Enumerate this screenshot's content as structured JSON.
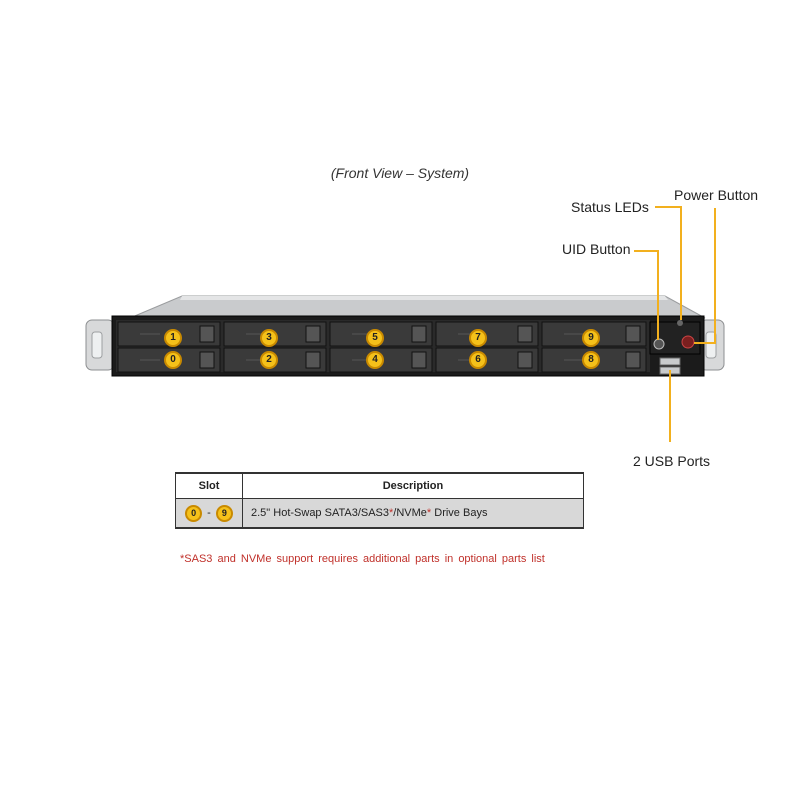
{
  "caption": "(Front View – System)",
  "callouts": {
    "status_leds": "Status LEDs",
    "power_button": "Power Button",
    "uid_button": "UID Button",
    "usb_ports": "2 USB Ports"
  },
  "drive_bays": {
    "top_row": [
      "1",
      "3",
      "5",
      "7",
      "9"
    ],
    "bottom_row": [
      "0",
      "2",
      "4",
      "6",
      "8"
    ]
  },
  "table": {
    "headers": [
      "Slot",
      "Description"
    ],
    "slot_start": "0",
    "slot_separator": "-",
    "slot_end": "9",
    "description_parts": [
      "2.5\" Hot-Swap SATA3/SAS3",
      "*",
      "/NVMe",
      "*",
      " Drive Bays"
    ]
  },
  "footnote": "*SAS3 and NVMe  support requires additional parts in optional parts list",
  "colors": {
    "badge": "#f5c11a",
    "leader": "#f2b01e",
    "footnote": "#c0302a"
  }
}
